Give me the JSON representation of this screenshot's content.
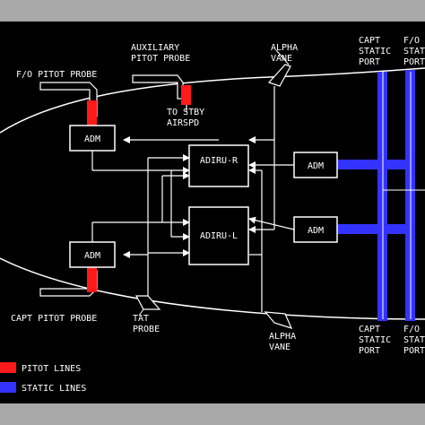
{
  "colors": {
    "background": "#000000",
    "frame": "#a8a8a8",
    "line": "#ffffff",
    "pitot": "#ff1a1a",
    "static": "#3333ff"
  },
  "labels": {
    "fo_pitot_probe": "F/O PITOT PROBE",
    "auxiliary_pitot_probe": [
      "AUXILIARY",
      "PITOT PROBE"
    ],
    "to_stby_airspd": [
      "TO STBY",
      "AIRSPD"
    ],
    "alpha_vane_top": [
      "ALPHA",
      "VANE"
    ],
    "capt_static_port_top": [
      "CAPT",
      "STATIC",
      "PORT"
    ],
    "fo_static_port_top": [
      "F/O",
      "STATIC",
      "PORT"
    ],
    "capt_pitot_probe": "CAPT PITOT PROBE",
    "tat_probe": [
      "TAT",
      "PROBE"
    ],
    "alpha_vane_bottom": [
      "ALPHA",
      "VANE"
    ],
    "capt_static_port_bottom": [
      "CAPT",
      "STATIC",
      "PORT"
    ],
    "fo_static_port_bottom": [
      "F/O",
      "STATIC",
      "PORT"
    ]
  },
  "boxes": {
    "adm_upper_left": "ADM",
    "adm_lower_left": "ADM",
    "adiru_r": "ADIRU-R",
    "adiru_l": "ADIRU-L",
    "adm_upper_right": "ADM",
    "adm_lower_right": "ADM"
  },
  "legend": {
    "pitot": "PITOT LINES",
    "static": "STATIC LINES"
  }
}
